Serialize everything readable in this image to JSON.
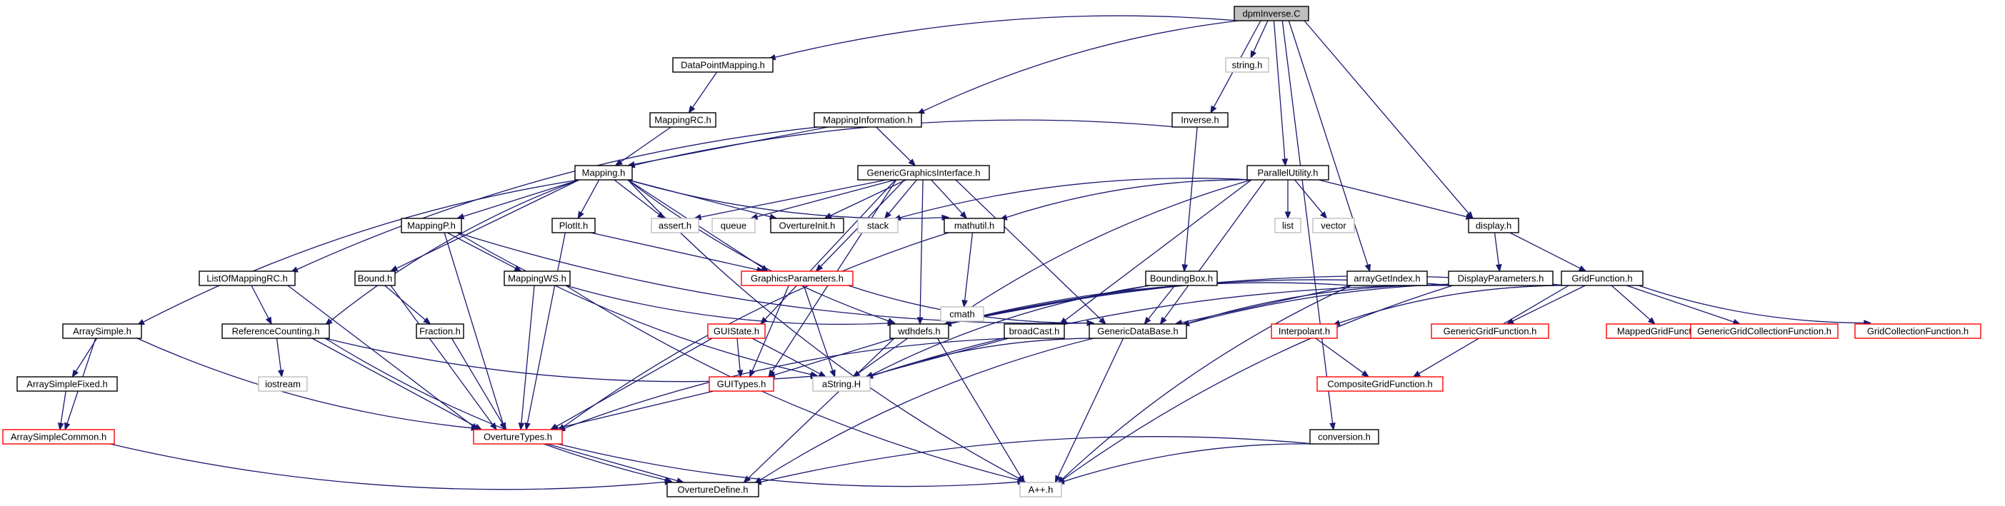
{
  "diagram": {
    "title": "",
    "nodes": [
      {
        "id": "dpmInverse",
        "label": "dpmInverse.C"
      },
      {
        "id": "DataPointMapping",
        "label": "DataPointMapping.h"
      },
      {
        "id": "string",
        "label": "string.h"
      },
      {
        "id": "MappingRC",
        "label": "MappingRC.h"
      },
      {
        "id": "MappingInformation",
        "label": "MappingInformation.h"
      },
      {
        "id": "Inverse",
        "label": "Inverse.h"
      },
      {
        "id": "Mapping",
        "label": "Mapping.h"
      },
      {
        "id": "GenericGraphicsInterface",
        "label": "GenericGraphicsInterface.h"
      },
      {
        "id": "ParallelUtility",
        "label": "ParallelUtility.h"
      },
      {
        "id": "MappingP",
        "label": "MappingP.h"
      },
      {
        "id": "PlotIt",
        "label": "PlotIt.h"
      },
      {
        "id": "assert",
        "label": "assert.h"
      },
      {
        "id": "queue",
        "label": "queue"
      },
      {
        "id": "OvertureInit",
        "label": "OvertureInit.h"
      },
      {
        "id": "stack",
        "label": "stack"
      },
      {
        "id": "mathutil",
        "label": "mathutil.h"
      },
      {
        "id": "list",
        "label": "list"
      },
      {
        "id": "vector",
        "label": "vector"
      },
      {
        "id": "display",
        "label": "display.h"
      },
      {
        "id": "cmath",
        "label": "cmath"
      },
      {
        "id": "ListOfMappingRC",
        "label": "ListOfMappingRC.h"
      },
      {
        "id": "Bound",
        "label": "Bound.h"
      },
      {
        "id": "MappingWS",
        "label": "MappingWS.h"
      },
      {
        "id": "GraphicsParameters",
        "label": "GraphicsParameters.h"
      },
      {
        "id": "BoundingBox",
        "label": "BoundingBox.h"
      },
      {
        "id": "arrayGetIndex",
        "label": "arrayGetIndex.h"
      },
      {
        "id": "DisplayParameters",
        "label": "DisplayParameters.h"
      },
      {
        "id": "GridFunction",
        "label": "GridFunction.h"
      },
      {
        "id": "ArraySimple",
        "label": "ArraySimple.h"
      },
      {
        "id": "ReferenceCounting",
        "label": "ReferenceCounting.h"
      },
      {
        "id": "Fraction",
        "label": "Fraction.h"
      },
      {
        "id": "GUIState",
        "label": "GUIState.h"
      },
      {
        "id": "wdhdefs",
        "label": "wdhdefs.h"
      },
      {
        "id": "broadCast",
        "label": "broadCast.h"
      },
      {
        "id": "GenericDataBase",
        "label": "GenericDataBase.h"
      },
      {
        "id": "Interpolant",
        "label": "Interpolant.h"
      },
      {
        "id": "GenericGridFunction",
        "label": "GenericGridFunction.h"
      },
      {
        "id": "MappedGridFunction",
        "label": "MappedGridFunction.h"
      },
      {
        "id": "GenericGridCollectionFunction",
        "label": "GenericGridCollectionFunction.h"
      },
      {
        "id": "GridCollectionFunction",
        "label": "GridCollectionFunction.h"
      },
      {
        "id": "ArraySimpleFixed",
        "label": "ArraySimpleFixed.h"
      },
      {
        "id": "iostream",
        "label": "iostream"
      },
      {
        "id": "GUITypes",
        "label": "GUITypes.h"
      },
      {
        "id": "aString",
        "label": "aString.H"
      },
      {
        "id": "CompositeGridFunction",
        "label": "CompositeGridFunction.h"
      },
      {
        "id": "ArraySimpleCommon",
        "label": "ArraySimpleCommon.h"
      },
      {
        "id": "OvertureTypes",
        "label": "OvertureTypes.h"
      },
      {
        "id": "conversion",
        "label": "conversion.h"
      },
      {
        "id": "OvertureDefine",
        "label": "OvertureDefine.h"
      },
      {
        "id": "App",
        "label": "A++.h"
      }
    ],
    "edges": [
      [
        "dpmInverse",
        "DataPointMapping"
      ],
      [
        "dpmInverse",
        "string"
      ],
      [
        "dpmInverse",
        "MappingInformation"
      ],
      [
        "dpmInverse",
        "Inverse"
      ],
      [
        "dpmInverse",
        "ParallelUtility"
      ],
      [
        "dpmInverse",
        "arrayGetIndex"
      ],
      [
        "dpmInverse",
        "display"
      ],
      [
        "dpmInverse",
        "conversion"
      ],
      [
        "DataPointMapping",
        "MappingRC"
      ],
      [
        "MappingRC",
        "Mapping"
      ],
      [
        "MappingInformation",
        "Mapping"
      ],
      [
        "MappingInformation",
        "GenericGraphicsInterface"
      ],
      [
        "MappingInformation",
        "ListOfMappingRC"
      ],
      [
        "Inverse",
        "Mapping"
      ],
      [
        "Inverse",
        "BoundingBox"
      ],
      [
        "Mapping",
        "MappingP"
      ],
      [
        "Mapping",
        "PlotIt"
      ],
      [
        "Mapping",
        "assert"
      ],
      [
        "Mapping",
        "OvertureInit"
      ],
      [
        "Mapping",
        "mathutil"
      ],
      [
        "Mapping",
        "Bound"
      ],
      [
        "Mapping",
        "ReferenceCounting"
      ],
      [
        "Mapping",
        "ArraySimple"
      ],
      [
        "Mapping",
        "GraphicsParameters"
      ],
      [
        "Mapping",
        "wdhdefs"
      ],
      [
        "Mapping",
        "App"
      ],
      [
        "GenericGraphicsInterface",
        "assert"
      ],
      [
        "GenericGraphicsInterface",
        "queue"
      ],
      [
        "GenericGraphicsInterface",
        "OvertureInit"
      ],
      [
        "GenericGraphicsInterface",
        "stack"
      ],
      [
        "GenericGraphicsInterface",
        "mathutil"
      ],
      [
        "GenericGraphicsInterface",
        "GraphicsParameters"
      ],
      [
        "GenericGraphicsInterface",
        "GUIState"
      ],
      [
        "GenericGraphicsInterface",
        "wdhdefs"
      ],
      [
        "GenericGraphicsInterface",
        "GenericDataBase"
      ],
      [
        "GenericGraphicsInterface",
        "GUITypes"
      ],
      [
        "ParallelUtility",
        "stack"
      ],
      [
        "ParallelUtility",
        "mathutil"
      ],
      [
        "ParallelUtility",
        "list"
      ],
      [
        "ParallelUtility",
        "vector"
      ],
      [
        "ParallelUtility",
        "display"
      ],
      [
        "ParallelUtility",
        "wdhdefs"
      ],
      [
        "ParallelUtility",
        "GenericDataBase"
      ],
      [
        "ParallelUtility",
        "broadCast"
      ],
      [
        "MappingP",
        "MappingWS"
      ],
      [
        "MappingP",
        "OvertureTypes"
      ],
      [
        "MappingP",
        "GenericDataBase"
      ],
      [
        "MappingP",
        "aString"
      ],
      [
        "PlotIt",
        "GraphicsParameters"
      ],
      [
        "PlotIt",
        "OvertureTypes"
      ],
      [
        "mathutil",
        "cmath"
      ],
      [
        "mathutil",
        "OvertureTypes"
      ],
      [
        "display",
        "DisplayParameters"
      ],
      [
        "display",
        "GridFunction"
      ],
      [
        "ListOfMappingRC",
        "ReferenceCounting"
      ],
      [
        "ListOfMappingRC",
        "OvertureTypes"
      ],
      [
        "Bound",
        "Fraction"
      ],
      [
        "Bound",
        "OvertureTypes"
      ],
      [
        "MappingWS",
        "wdhdefs"
      ],
      [
        "MappingWS",
        "OvertureTypes"
      ],
      [
        "MappingWS",
        "App"
      ],
      [
        "GraphicsParameters",
        "GenericDataBase"
      ],
      [
        "GraphicsParameters",
        "aString"
      ],
      [
        "GraphicsParameters",
        "GUITypes"
      ],
      [
        "BoundingBox",
        "GenericDataBase"
      ],
      [
        "BoundingBox",
        "aString"
      ],
      [
        "BoundingBox",
        "wdhdefs"
      ],
      [
        "arrayGetIndex",
        "wdhdefs"
      ],
      [
        "arrayGetIndex",
        "App"
      ],
      [
        "arrayGetIndex",
        "GenericDataBase"
      ],
      [
        "DisplayParameters",
        "wdhdefs"
      ],
      [
        "DisplayParameters",
        "aString"
      ],
      [
        "DisplayParameters",
        "GenericDataBase"
      ],
      [
        "DisplayParameters",
        "App"
      ],
      [
        "GridFunction",
        "Interpolant"
      ],
      [
        "GridFunction",
        "GenericGridFunction"
      ],
      [
        "GridFunction",
        "MappedGridFunction"
      ],
      [
        "GridFunction",
        "GenericGridCollectionFunction"
      ],
      [
        "GridFunction",
        "GridCollectionFunction"
      ],
      [
        "GridFunction",
        "CompositeGridFunction"
      ],
      [
        "GridFunction",
        "wdhdefs"
      ],
      [
        "GridFunction",
        "GenericDataBase"
      ],
      [
        "ArraySimple",
        "ArraySimpleFixed"
      ],
      [
        "ArraySimple",
        "ArraySimpleCommon"
      ],
      [
        "ArraySimple",
        "OvertureTypes"
      ],
      [
        "ReferenceCounting",
        "iostream"
      ],
      [
        "ReferenceCounting",
        "OvertureTypes"
      ],
      [
        "ReferenceCounting",
        "OvertureDefine"
      ],
      [
        "ReferenceCounting",
        "aString"
      ],
      [
        "Fraction",
        "OvertureTypes"
      ],
      [
        "GUIState",
        "GUITypes"
      ],
      [
        "GUIState",
        "aString"
      ],
      [
        "GUIState",
        "OvertureTypes"
      ],
      [
        "wdhdefs",
        "GUITypes"
      ],
      [
        "wdhdefs",
        "aString"
      ],
      [
        "wdhdefs",
        "OvertureDefine"
      ],
      [
        "wdhdefs",
        "App"
      ],
      [
        "broadCast",
        "aString"
      ],
      [
        "broadCast",
        "OvertureTypes"
      ],
      [
        "GenericDataBase",
        "aString"
      ],
      [
        "GenericDataBase",
        "OvertureDefine"
      ],
      [
        "GenericDataBase",
        "App"
      ],
      [
        "Interpolant",
        "CompositeGridFunction"
      ],
      [
        "ArraySimpleFixed",
        "ArraySimpleCommon"
      ],
      [
        "ArraySimpleCommon",
        "OvertureDefine"
      ],
      [
        "GUITypes",
        "OvertureTypes"
      ],
      [
        "OvertureTypes",
        "OvertureDefine"
      ],
      [
        "OvertureTypes",
        "App"
      ],
      [
        "conversion",
        "OvertureDefine"
      ],
      [
        "conversion",
        "App"
      ]
    ]
  },
  "colors": {
    "edge": "#191970",
    "root_fill": "#bfbfbf",
    "normal_border": "#000000",
    "truncated_border": "#ff0000",
    "external_border": "#bfbfbf"
  }
}
